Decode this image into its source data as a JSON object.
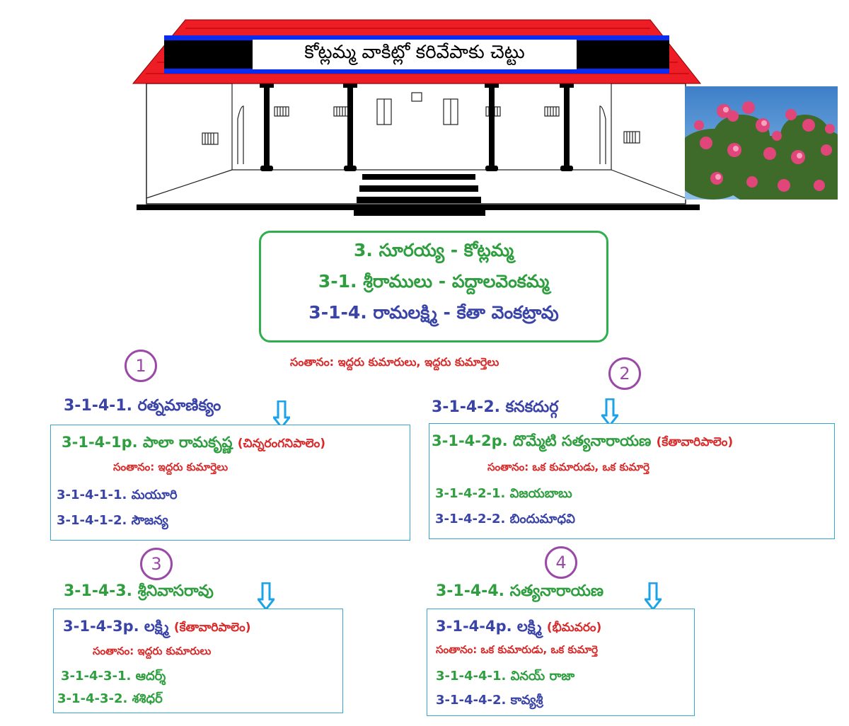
{
  "house": {
    "sign_text": "కోట్లమ్మ వాకిట్లో కరివేపాకు చెట్టు"
  },
  "colors": {
    "roof": "#ee1c24",
    "banner": "#000000",
    "banner_border": "#0a2cf0",
    "box_green": "#2fae4e",
    "box_blue": "#36a8cf",
    "circle": "#9a4aa6",
    "arrow": "#1aa3e8"
  },
  "lineage": {
    "line1": "3. సూరయ్య - కోట్లమ్మ",
    "line2": "3-1. శ్రీరాములు - పద్దాలవెంకమ్మ",
    "line3": "3-1-4. రామలక్ష్మి - కేతా వెంకట్రావు"
  },
  "offspring_summary": "సంతానం: ఇద్దరు కుమారులు, ఇద్దరు కుమార్తెలు",
  "children": [
    {
      "circle": "1",
      "name": "3-1-4-1. రత్నమాణిక్యం",
      "spouse": "3-1-4-1p. పాలా రామకృష్ణ",
      "place": "(చిన్నరంగనిపాలెం)",
      "offspring": "సంతానం: ఇద్దరు కుమార్తెలు",
      "kids": [
        "3-1-4-1-1. మయూరి",
        "3-1-4-1-2. సౌజన్య"
      ]
    },
    {
      "circle": "2",
      "name": "3-1-4-2. కనకదుర్గ",
      "spouse": "3-1-4-2p. దొమ్మేటి సత్యనారాయణ",
      "place": "(కేతావారిపాలెం)",
      "offspring": "సంతానం: ఒక కుమారుడు, ఒక కుమార్తె",
      "kids": [
        "3-1-4-2-1. విజయబాబు",
        "3-1-4-2-2. బిందుమాధవి"
      ]
    },
    {
      "circle": "3",
      "name": "3-1-4-3. శ్రీనివాసరావు",
      "spouse": "3-1-4-3p. లక్ష్మి",
      "place": "(కేతావారిపాలెం)",
      "offspring": "సంతానం: ఇద్దరు కుమారులు",
      "kids": [
        "3-1-4-3-1. ఆదర్శ్",
        "3-1-4-3-2. శశిధర్"
      ]
    },
    {
      "circle": "4",
      "name": "3-1-4-4. సత్యనారాయణ",
      "spouse": "3-1-4-4p. లక్ష్మి",
      "place": "(భీమవరం)",
      "offspring": "సంతానం: ఒక కుమారుడు, ఒక కుమార్తె",
      "kids": [
        "3-1-4-4-1. వినయ్ రాజా",
        "3-1-4-4-2. కావ్యశ్రీ"
      ]
    }
  ]
}
